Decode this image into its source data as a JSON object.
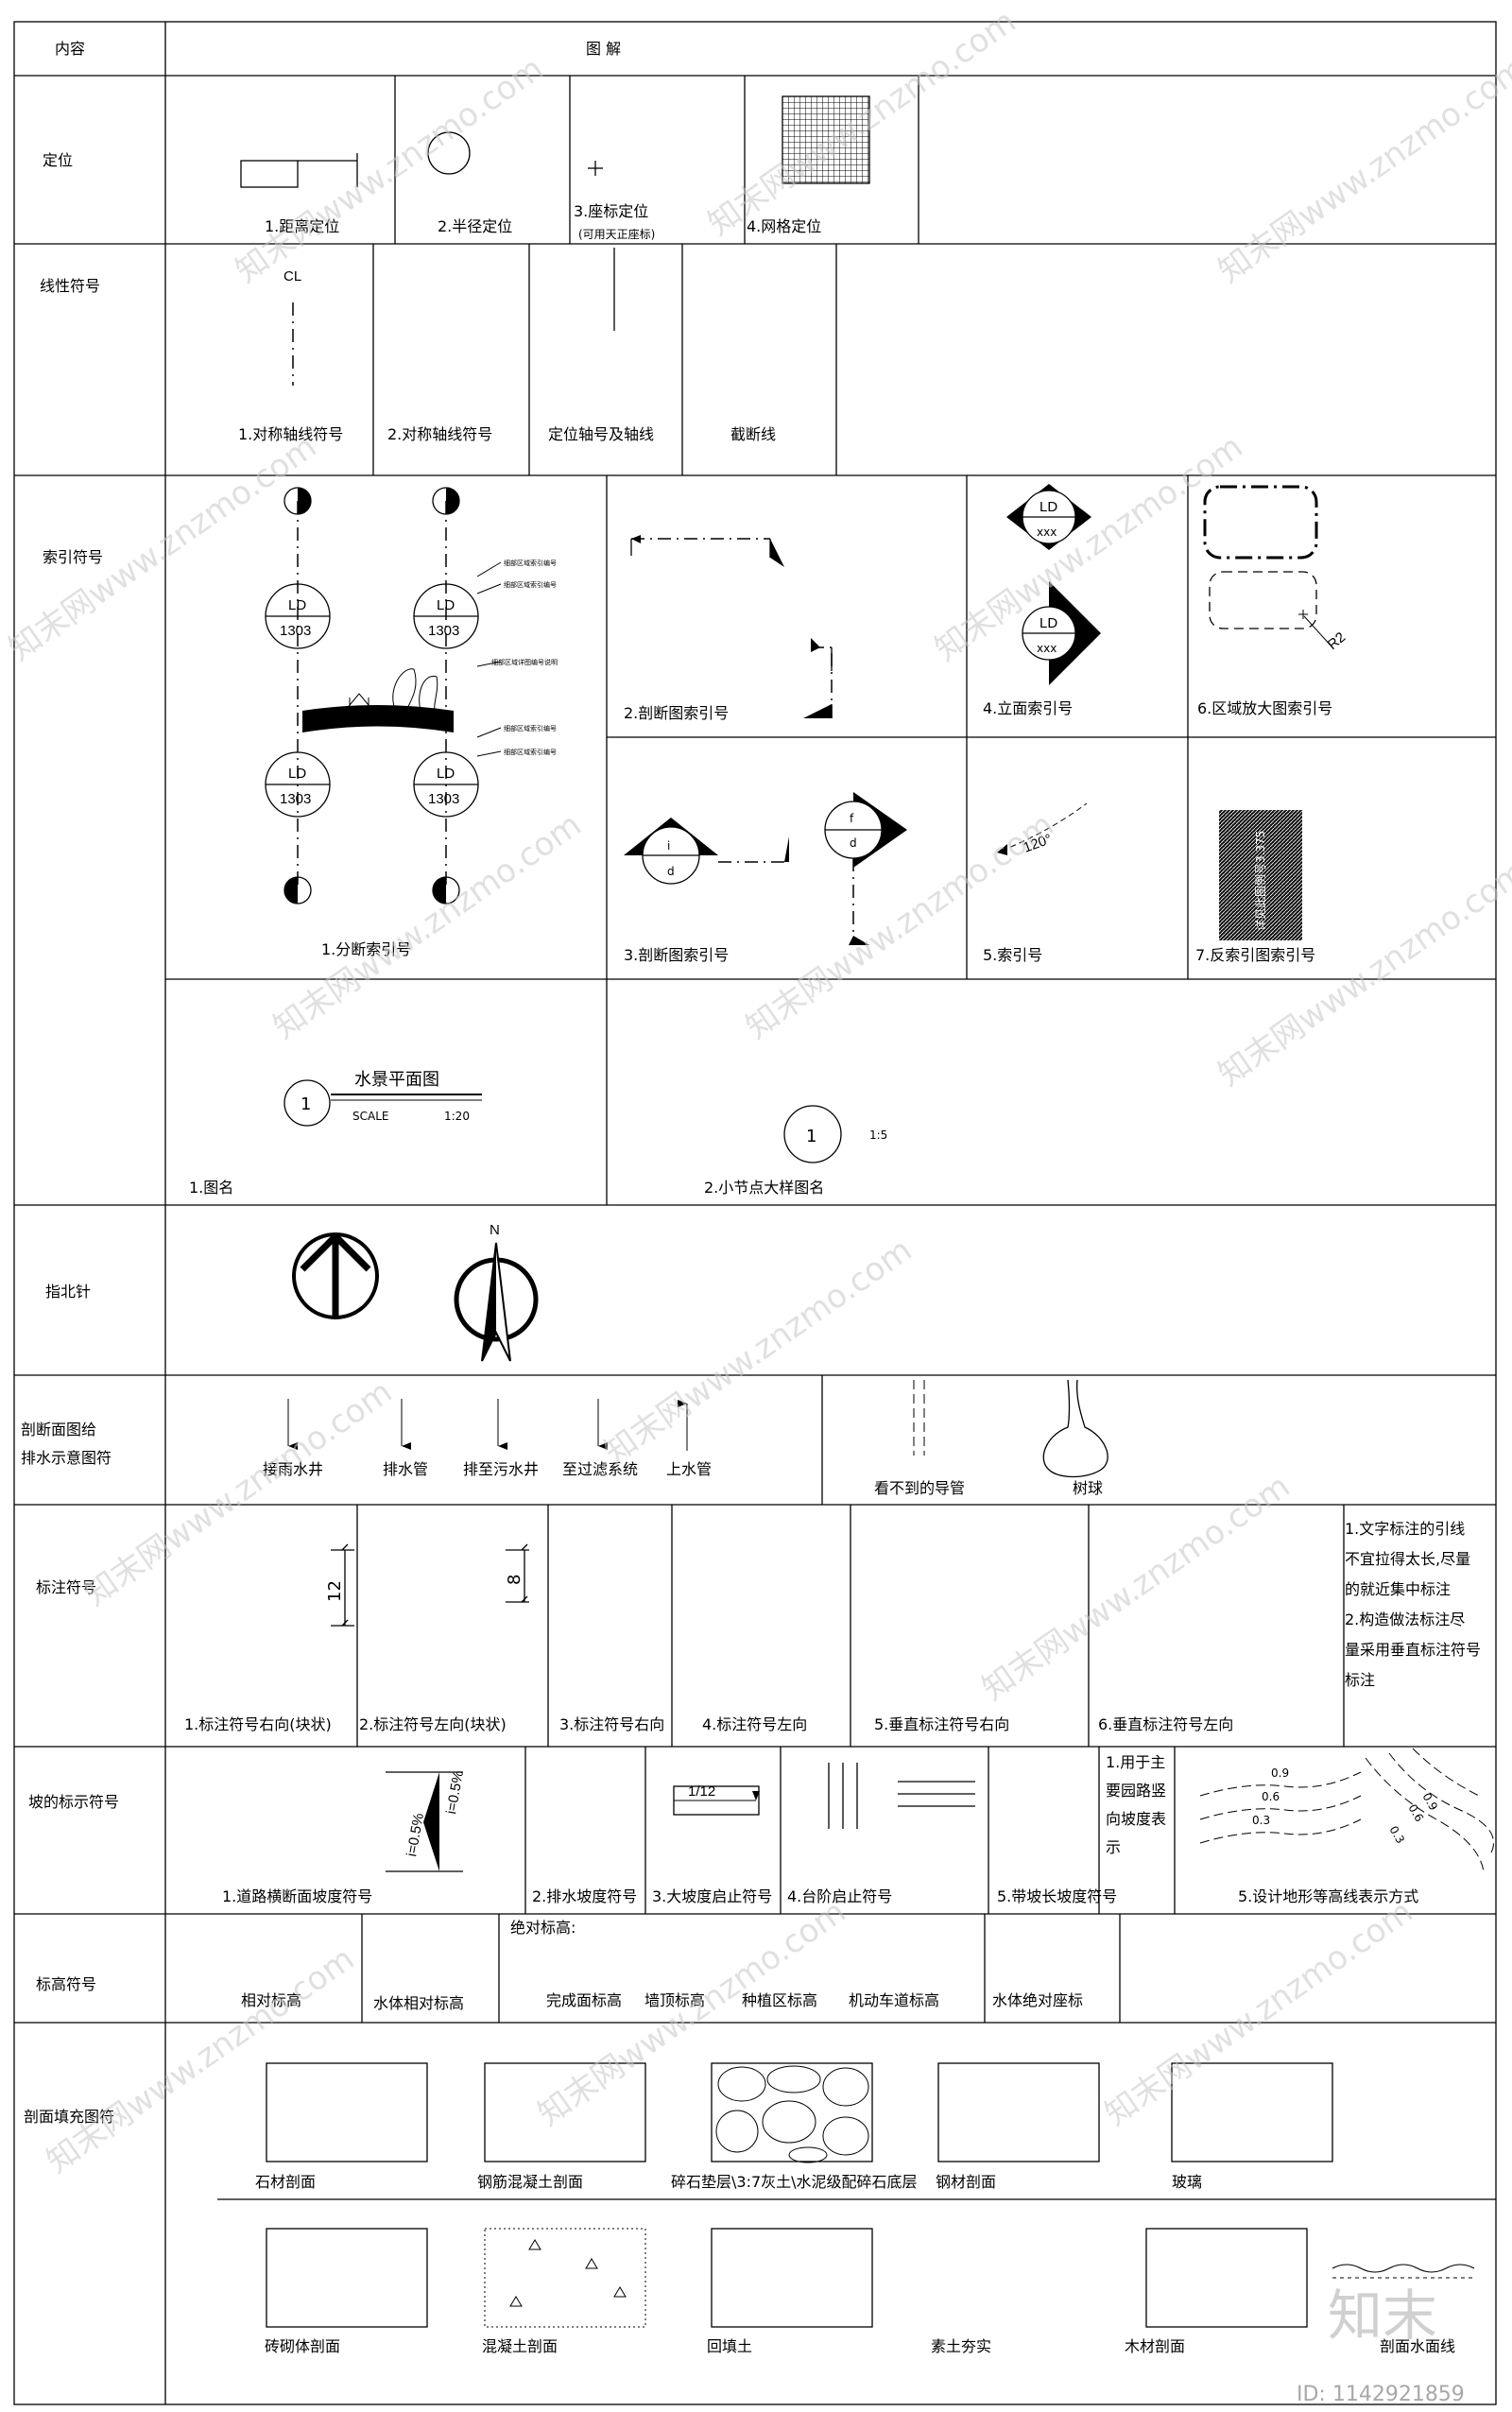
{
  "header": {
    "content": "内容",
    "diagram": "图    解"
  },
  "rows": {
    "positioning": {
      "label": "定位",
      "items": [
        "1.距离定位",
        "2.半径定位",
        "3.座标定位",
        "(可用天正座标)",
        "4.网格定位"
      ]
    },
    "line_symbols": {
      "label": "线性符号",
      "items": [
        "1.对称轴线符号",
        "2.对称轴线符号",
        "定位轴号及轴线",
        "截断线"
      ],
      "cl_mark": "CL"
    },
    "index_symbols": {
      "label": "索引符号",
      "items": [
        "1.分断索引号",
        "2.剖断图索引号",
        "3.剖断图索引号",
        "4.立面索引号",
        "5.索引号",
        "6.区域放大图索引号",
        "7.反索引图索引号"
      ],
      "ld_label": "LD",
      "ld_number": "1303",
      "xxx": "xxx",
      "f": "f",
      "d": "d",
      "i": "i",
      "angle": "120°",
      "radius": "R2",
      "reverse_text": "详见此图例号3.375",
      "callouts": [
        "细部区域索引编号",
        "细部区域索引编号",
        "细部区域详图编号说明",
        "细部区域索引编号",
        "细部区域索引编号"
      ]
    },
    "drawing_names": {
      "items": [
        "1.图名",
        "2.小节点大样图名"
      ],
      "title": "水景平面图",
      "scale_label": "SCALE",
      "scale_value": "1:20",
      "num": "1",
      "detail_scale": "1:5"
    },
    "north": {
      "label": "指北针",
      "n": "N"
    },
    "section_drainage": {
      "label_1": "剖断面图给",
      "label_2": "排水示意图符",
      "items": [
        "接雨水井",
        "排水管",
        "排至污水井",
        "至过滤系统",
        "上水管",
        "看不到的导管",
        "树球"
      ]
    },
    "dimension": {
      "label": "标注符号",
      "items": [
        "1.标注符号右向(块状)",
        "2.标注符号左向(块状)",
        "3.标注符号右向",
        "4.标注符号左向",
        "5.垂直标注符号右向",
        "6.垂直标注符号左向"
      ],
      "dim_a": "12",
      "dim_b": "8",
      "note": [
        "1.文字标注的引线",
        "不宜拉得太长,尽量",
        "的就近集中标注",
        "2.构造做法标注尽",
        "量采用垂直标注符号",
        "标注"
      ]
    },
    "slope": {
      "label": "坡的标示符号",
      "items": [
        "1.道路横断面坡度符号",
        "2.排水坡度符号",
        "3.大坡度启止符号",
        "4.台阶启止符号",
        "5.带坡长坡度符号",
        "5.设计地形等高线表示方式"
      ],
      "slope_left": "i=0.5%",
      "slope_right": "i=0.5%",
      "ratio": "1/12",
      "note": [
        "1.用于主",
        "要园路竖",
        "向坡度表",
        "示"
      ],
      "contours": [
        "0.9",
        "0.6",
        "0.3"
      ],
      "contours_right": [
        "0.9",
        "0.6",
        "0.3"
      ]
    },
    "elevation": {
      "label": "标高符号",
      "abs_label": "绝对标高:",
      "items": [
        "相对标高",
        "水体相对标高",
        "完成面标高",
        "墙顶标高",
        "种植区标高",
        "机动车道标高",
        "水体绝对座标"
      ]
    },
    "hatch": {
      "label": "剖面填充图符",
      "items": [
        "石材剖面",
        "钢筋混凝土剖面",
        "碎石垫层\\3:7灰土\\水泥级配碎石底层",
        "钢材剖面",
        "玻璃",
        "砖砌体剖面",
        "混凝土剖面",
        "回填土",
        "素土夯实",
        "木材剖面",
        "剖面水面线"
      ]
    }
  },
  "watermark": {
    "text": "知末网www.znzmo.com",
    "logo": "知末",
    "id": "ID: 1142921859"
  }
}
